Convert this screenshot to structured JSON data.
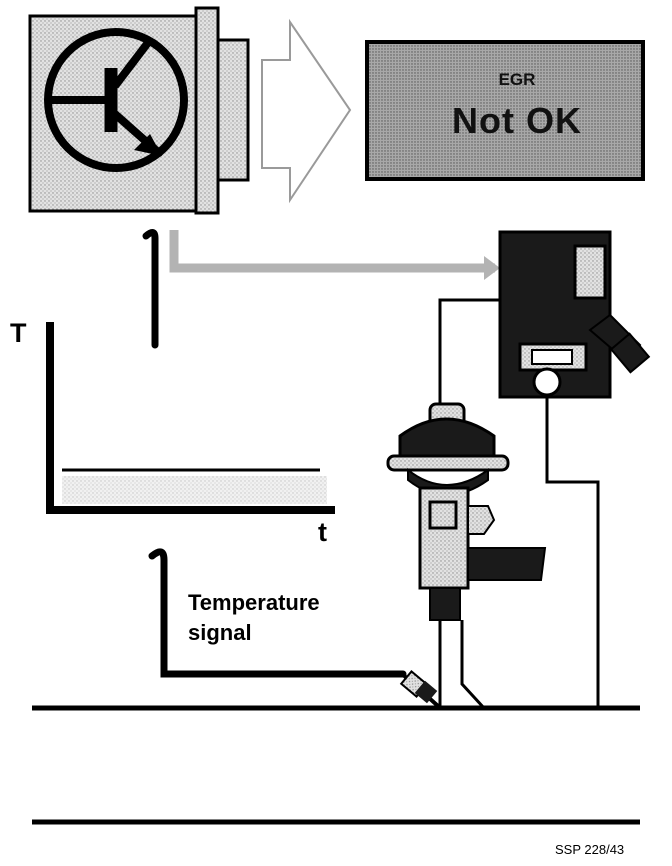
{
  "display": {
    "egr_word": "EGR",
    "status_text": "Not OK"
  },
  "axes": {
    "upper": "T",
    "lower": "t"
  },
  "sensor": {
    "label_line1": "Temperature",
    "label_line2": "signal"
  },
  "figure_ref": "SSP 228/43",
  "colors": {
    "stroke": "#000000",
    "screen_fill": "#a9a9a9",
    "panel_fill": "#d9d9d9",
    "arrow_fill": "#bdbdbd",
    "component_dark": "#1a1a1a"
  },
  "icons": [
    "transistor-icon",
    "warning-display",
    "egr-valve",
    "solenoid-valve",
    "temperature-sensor"
  ]
}
